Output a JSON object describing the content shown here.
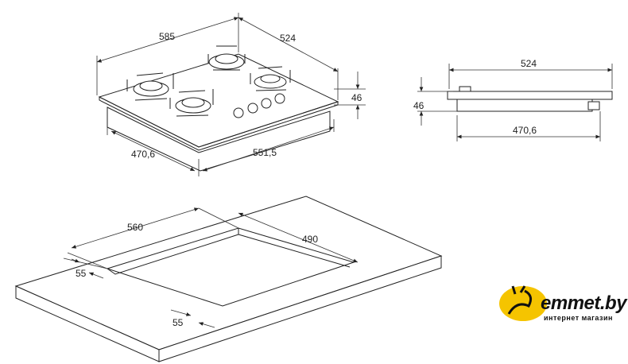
{
  "top_view": {
    "width": "585",
    "depth": "524",
    "height": "46",
    "cutout_depth": "470,6",
    "cutout_width": "551,5"
  },
  "side_view": {
    "depth": "524",
    "height": "46",
    "body_depth": "470,6"
  },
  "countertop": {
    "cutout_width": "560",
    "cutout_depth": "490",
    "edge_offset_side": "55",
    "edge_offset_front": "55"
  },
  "logo": {
    "name": "emmet.by",
    "tagline": "интернет магазин",
    "color": "#f5c400"
  }
}
